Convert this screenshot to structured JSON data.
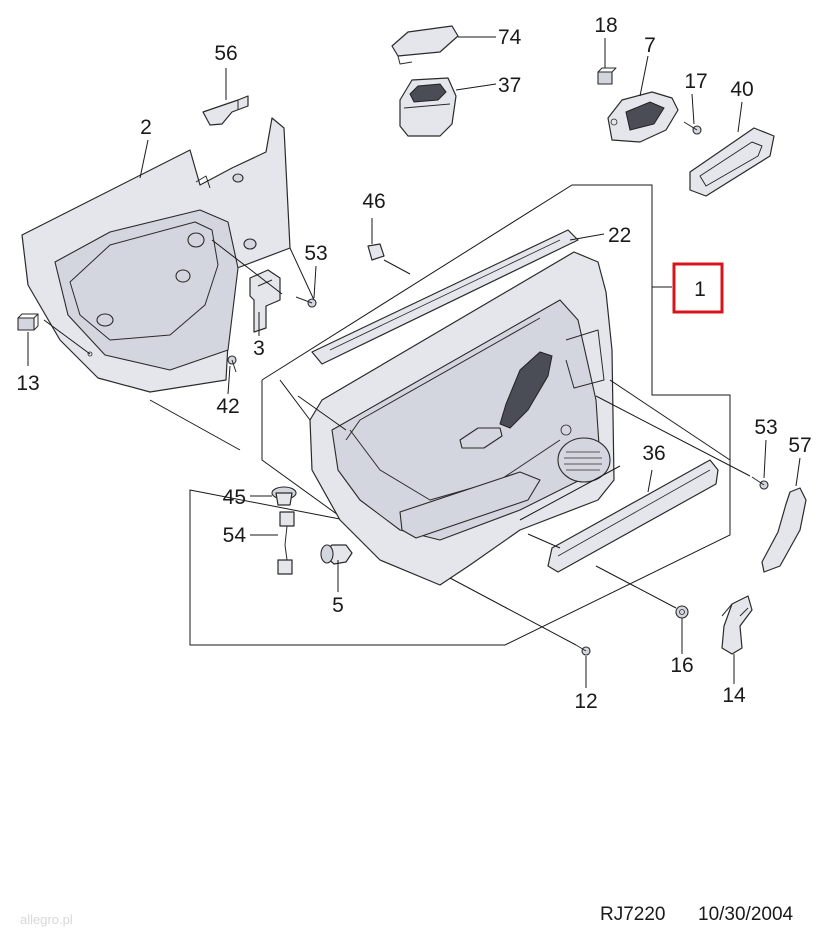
{
  "diagram": {
    "drawing_code": "RJ7220",
    "date": "10/30/2004",
    "watermark": "allegro.pl",
    "highlight_color": "#d9141b",
    "highlighted_part": "1",
    "callouts": [
      "1",
      "2",
      "3",
      "5",
      "7",
      "12",
      "13",
      "14",
      "16",
      "17",
      "18",
      "22",
      "36",
      "37",
      "40",
      "42",
      "45",
      "46",
      "53",
      "54",
      "56",
      "57",
      "74"
    ]
  }
}
